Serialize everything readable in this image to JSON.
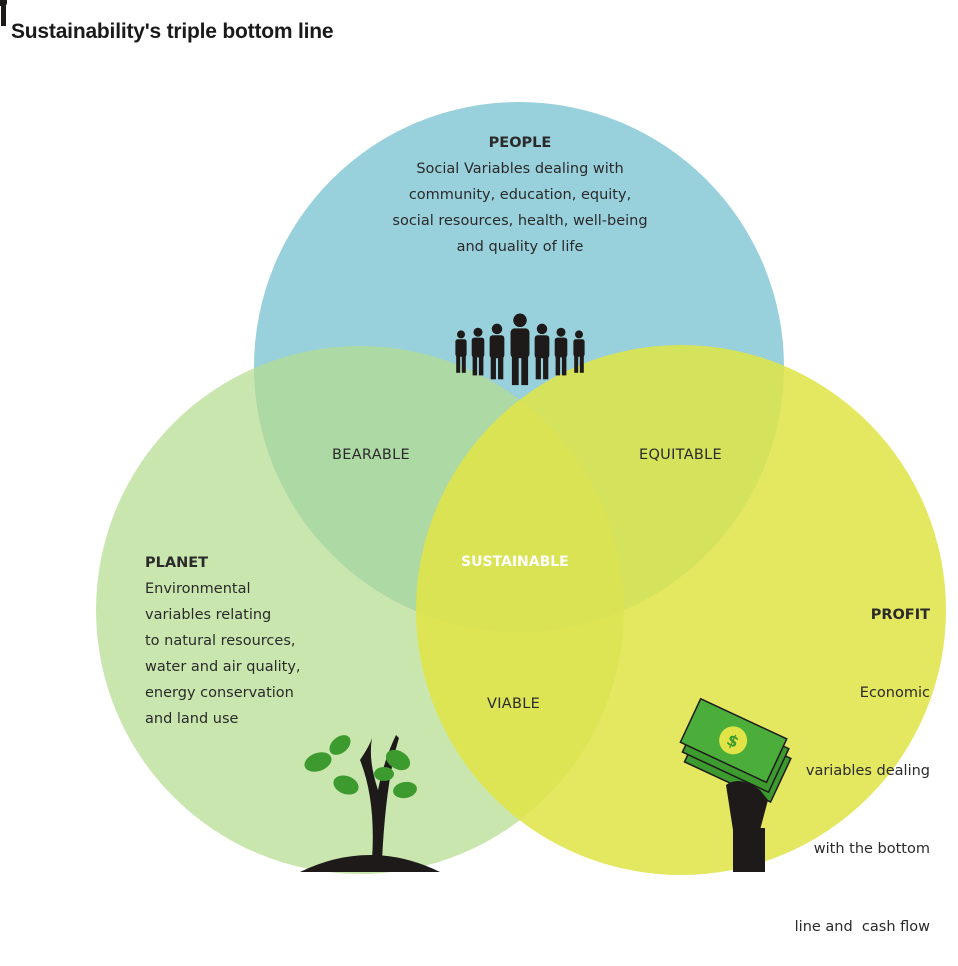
{
  "title": "Sustainability's triple bottom line",
  "colors": {
    "people": "#98d0dc",
    "planet": "#b6dc90",
    "profit": "#e0e446",
    "icon": "#1e1a1a"
  },
  "people": {
    "heading": "PEOPLE",
    "lines": [
      "Social Variables dealing with",
      "community, education, equity,",
      "social resources, health, well-being",
      "and quality of life"
    ],
    "icon": "people-group-icon"
  },
  "planet": {
    "heading": "PLANET",
    "lines": [
      "Environmental",
      "variables relating",
      "to natural resources,",
      "water and air quality,",
      "energy conservation",
      "and land use"
    ],
    "icon": "plant-icon"
  },
  "profit": {
    "heading": "PROFIT",
    "lines": [
      "Economic",
      "variables dealing",
      "with the bottom",
      "line and  cash flow"
    ],
    "icon": "money-hand-icon"
  },
  "overlaps": {
    "bearable": "BEARABLE",
    "equitable": "EQUITABLE",
    "viable": "VIABLE",
    "sustainable": "SUSTAINABLE"
  }
}
